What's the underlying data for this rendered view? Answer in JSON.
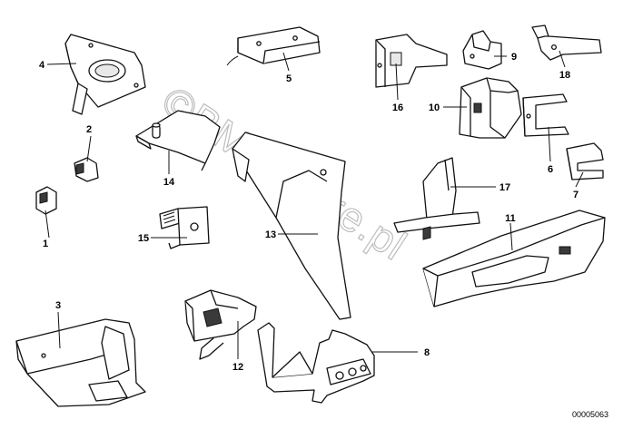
{
  "diagram": {
    "watermark": "©BMWstore.pl",
    "diagram_id": "00005063",
    "callouts": {
      "c1": "1",
      "c2": "2",
      "c3": "3",
      "c4": "4",
      "c5": "5",
      "c6": "6",
      "c7": "7",
      "c8": "8",
      "c9": "9",
      "c10": "10",
      "c11": "11",
      "c12": "12",
      "c13": "13",
      "c14": "14",
      "c15": "15",
      "c16": "16",
      "c17": "17",
      "c18": "18"
    }
  }
}
